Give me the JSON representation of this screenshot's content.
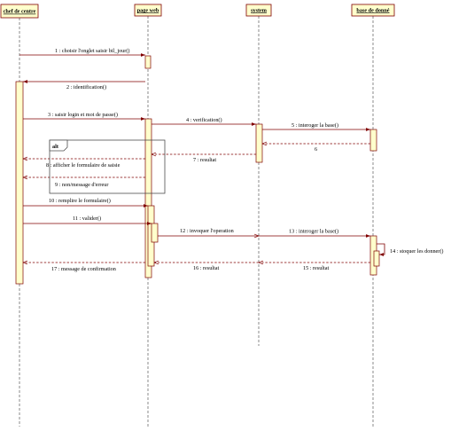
{
  "diagram": {
    "participants": [
      {
        "label": "chef de centre"
      },
      {
        "label": "page web"
      },
      {
        "label": "system"
      },
      {
        "label": "base de donné"
      }
    ],
    "messages": [
      {
        "label": "1 : choisir l'onglet saisir bil_jour()"
      },
      {
        "label": "2 : identification()"
      },
      {
        "label": "3 : saisir login et mot de passe()"
      },
      {
        "label": "4 : verification()"
      },
      {
        "label": "5 : interoger la base()"
      },
      {
        "label": "6"
      },
      {
        "label": "7 : resultat"
      },
      {
        "label": "8 : afficher le formulaire de saisie"
      },
      {
        "label": "9 : non/message d'erreur"
      },
      {
        "label": "10 : remplire le formulaire()"
      },
      {
        "label": "11 : valider()"
      },
      {
        "label": "12 : invoquer l'operation"
      },
      {
        "label": "13 : interoger la base()"
      },
      {
        "label": "14 : stoquer les donner()"
      },
      {
        "label": "15 : resultat"
      },
      {
        "label": "16 : resultat"
      },
      {
        "label": "17 : message de confirmation"
      }
    ],
    "fragment": {
      "operator": "alt"
    }
  },
  "colors": {
    "background": "#FFFFFF",
    "box_fill": "#FFFFCC",
    "line": "#800000",
    "lifeline": "#5A5A5A",
    "frame": "#4D4D4D",
    "text": "#000000"
  }
}
